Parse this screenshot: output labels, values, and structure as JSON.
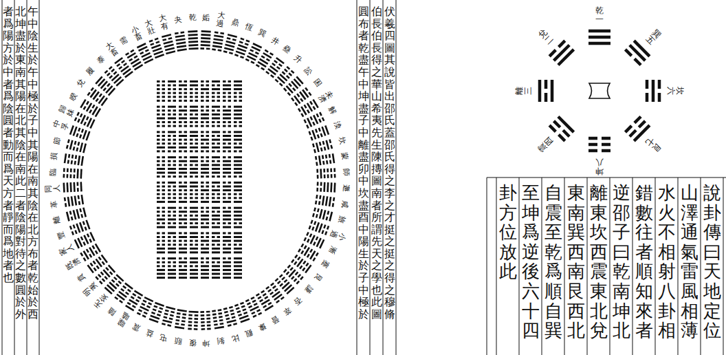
{
  "diagram": {
    "labels": [
      "伏羲四圖其說皆出邵氏蓋邵氏得之李之才挺之挺之得之穆脩",
      "伯長伯長得之華山希夷先生陳摶圖南者所謂先天之學也此圖",
      "圓布者乾盡午中坤盡子中離盡卯中坎盡酉中陽生於子中極於",
      "午中陰生於午中極於子中其陽在南其陰在北方布者乾始於西",
      "北坤盡於東南其陽在北其陰在南此二者陰陽對待之數圓於外",
      "者爲陽方於中者爲陰圓者動而爲天方者靜而爲地者也",
      "乾",
      "夬",
      "大有",
      "大壯",
      "小畜",
      "需",
      "大畜",
      "泰",
      "履",
      "兌",
      "睽",
      "歸妹",
      "中孚",
      "節",
      "損",
      "臨",
      "同人",
      "革",
      "離",
      "豐",
      "家人",
      "既濟",
      "賁",
      "明夷",
      "无妄",
      "隨",
      "噬嗑",
      "震",
      "益",
      "屯",
      "頤",
      "復",
      "姤",
      "大過",
      "鼎",
      "恆",
      "巽",
      "井",
      "蠱",
      "升",
      "訟",
      "困",
      "未濟",
      "解",
      "渙",
      "坎",
      "蒙",
      "師",
      "遯",
      "咸",
      "旅",
      "小過",
      "漸",
      "蹇",
      "艮",
      "謙",
      "否",
      "萃",
      "晉",
      "豫",
      "觀",
      "比",
      "剝",
      "坤",
      "說卦傳曰天地定位",
      "山澤通氣雷風相薄",
      "水火不相射八卦相",
      "錯數往者順知來者",
      "逆邵子曰乾南坤北",
      "離東坎西震東北兌",
      "東南巽西南艮西北",
      "自震至乾爲順自巽",
      "至坤爲逆後六十四",
      "卦方位放此",
      "乾一",
      "兌二",
      "離三",
      "震四",
      "巽五",
      "坎六",
      "艮七",
      "坤八"
    ]
  }
}
